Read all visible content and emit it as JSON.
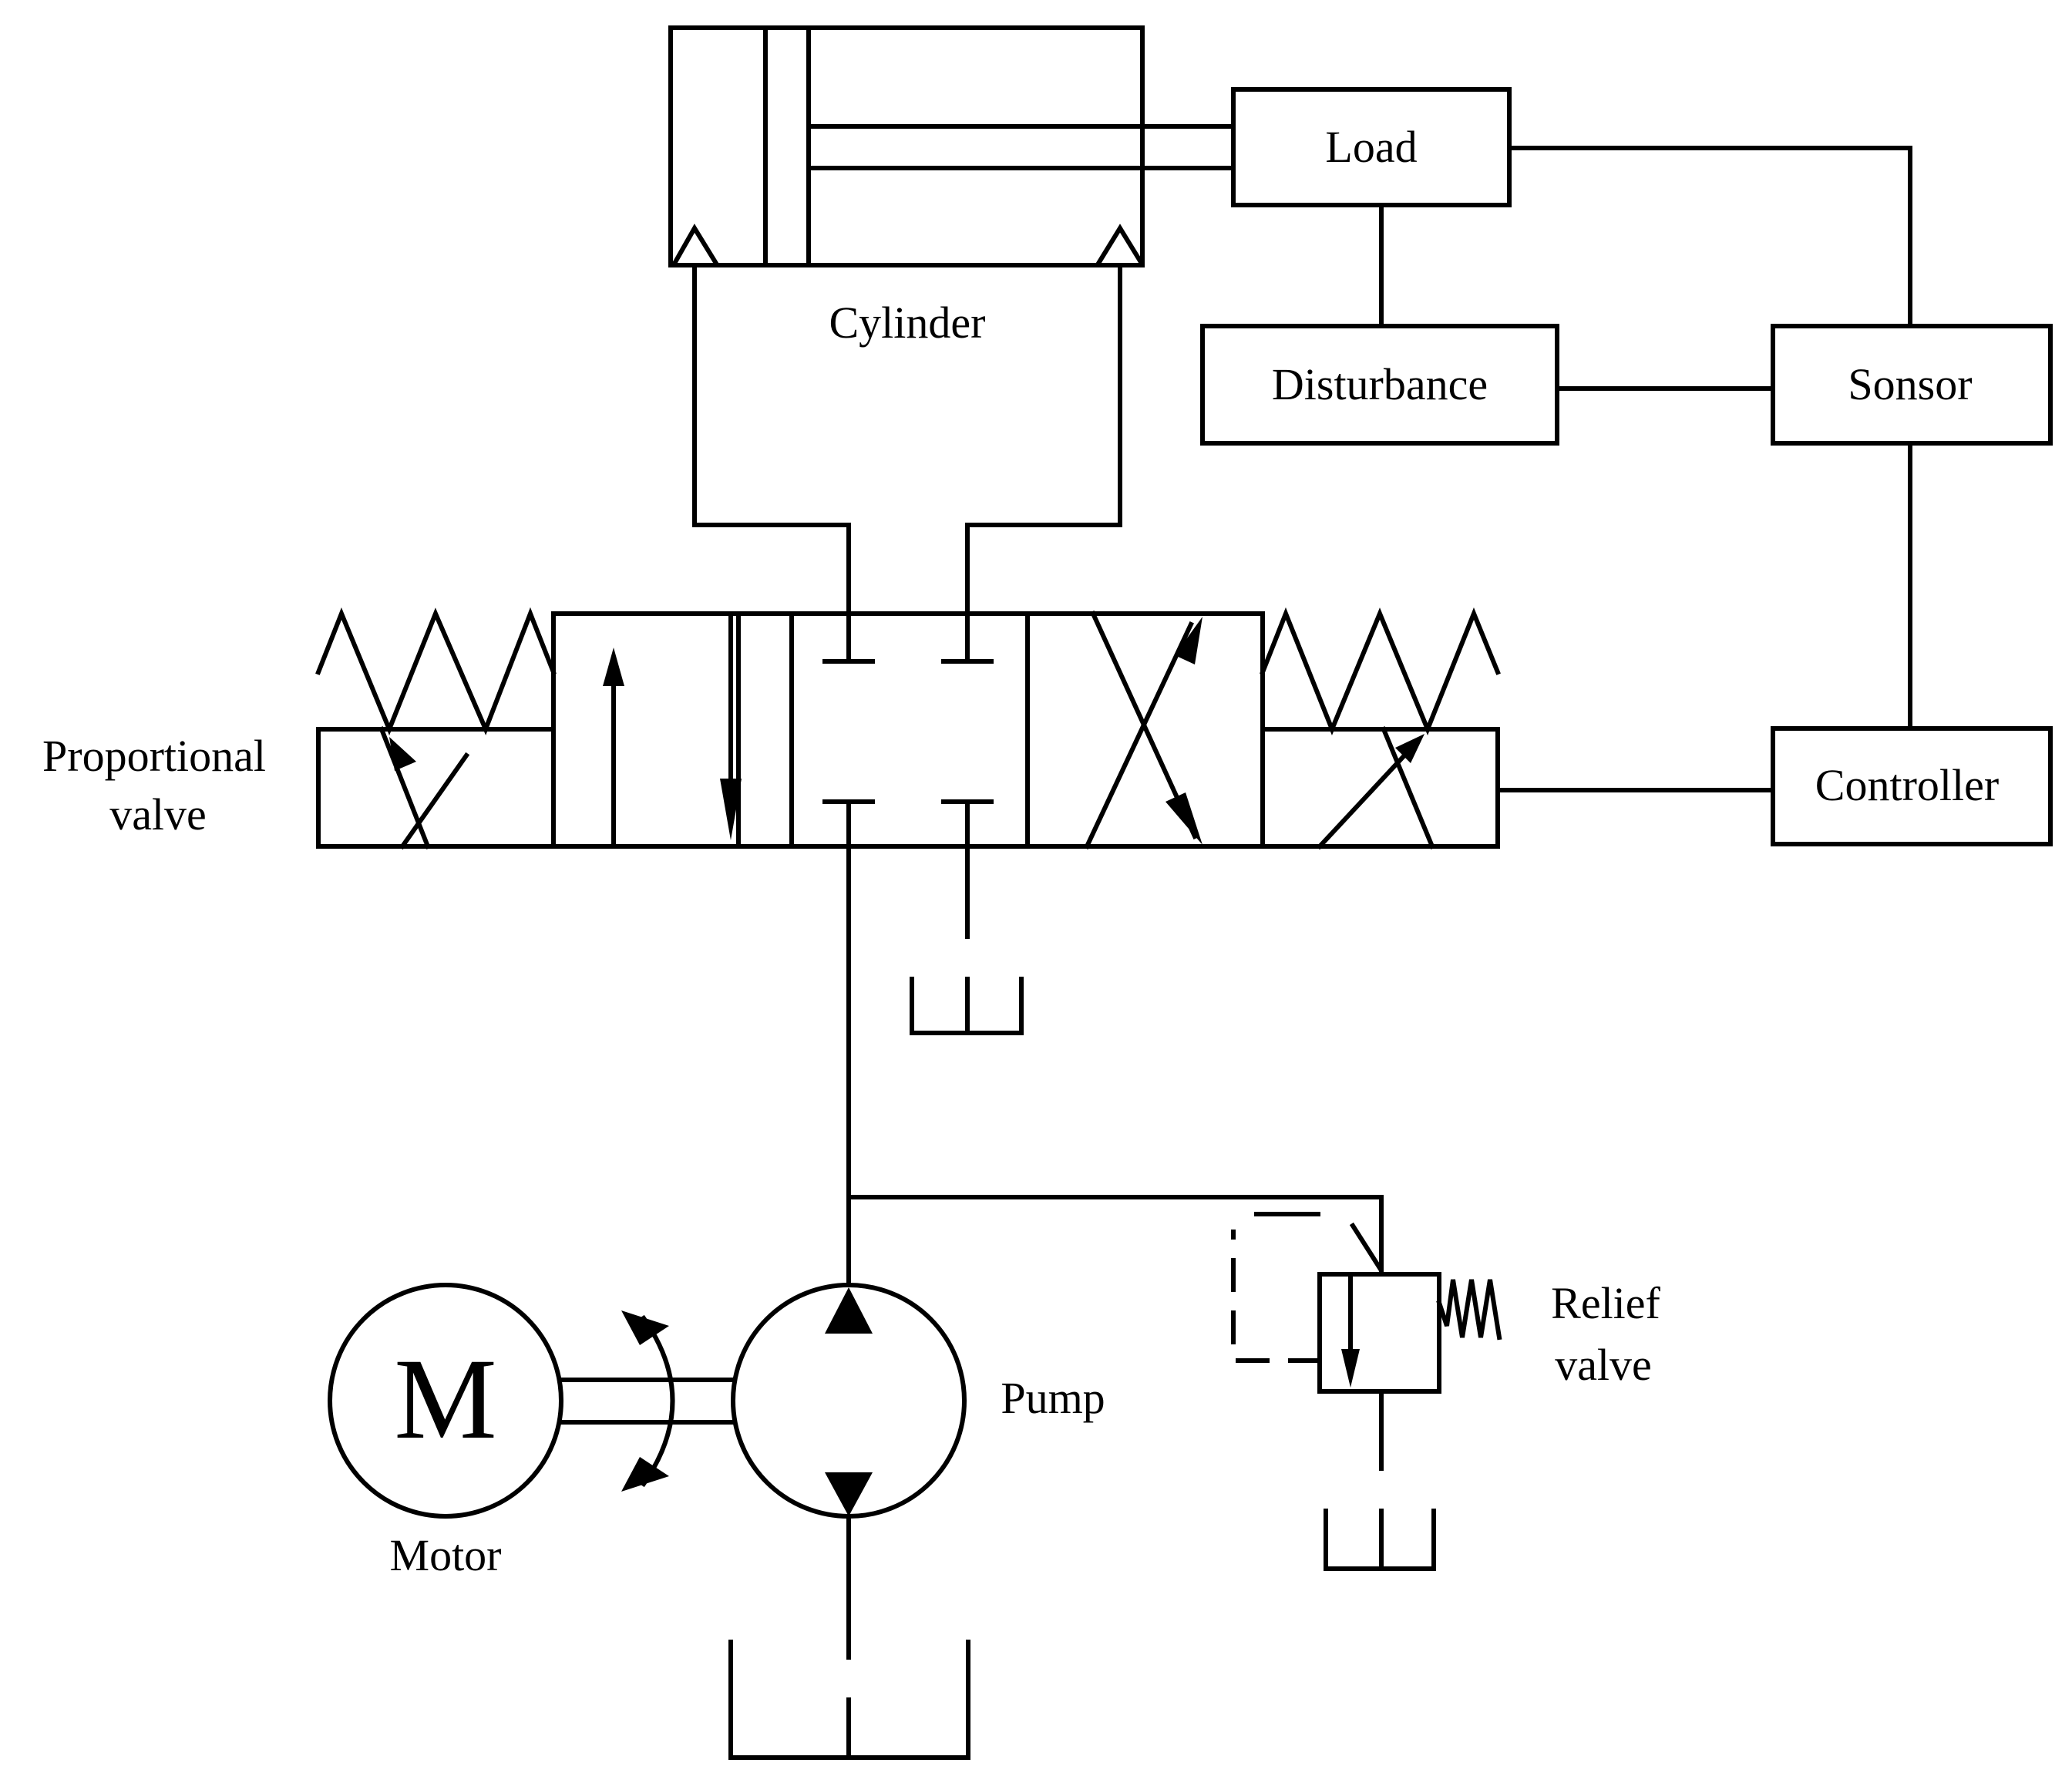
{
  "labels": {
    "load": "Load",
    "disturbance": "Disturbance",
    "sensor": "Sonsor",
    "controller": "Controller",
    "cylinder": "Cylinder",
    "proportional_valve_line1": "Proportional",
    "proportional_valve_line2": "valve",
    "motor_symbol": "M",
    "motor": "Motor",
    "pump": "Pump",
    "relief_valve_line1": "Relief",
    "relief_valve_line2": "valve"
  }
}
